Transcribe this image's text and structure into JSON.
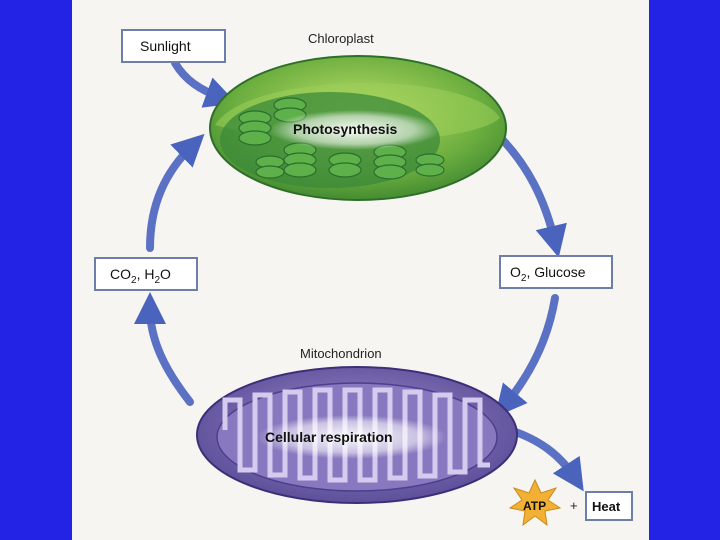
{
  "labels": {
    "chloroplast": "Chloroplast",
    "photosynthesis": "Photosynthesis",
    "mitochondrion": "Mitochondrion",
    "cellular_respiration": "Cellular respiration",
    "plus": "+"
  },
  "boxes": {
    "sunlight": "Sunlight",
    "heat": "Heat",
    "atp": "ATP",
    "co2_h2o": {
      "co": "CO",
      "sub1": "2",
      "mid": ", H",
      "sub2": "2",
      "tail": "O"
    },
    "o2_glucose": {
      "o": "O",
      "sub": "2",
      "tail": ", Glucose"
    }
  },
  "colors": {
    "background": "#2323e6",
    "panel": "#f7f5f1",
    "arrow": "#5b72c4",
    "chloroplast": "#4f9a3a",
    "chloroplast_light": "#a9d35e",
    "mitochondrion": "#6c5aa6",
    "mitochondrion_light": "#b6a8d8",
    "atp_star": "#f2b134",
    "box_border": "#6d7fa8"
  }
}
